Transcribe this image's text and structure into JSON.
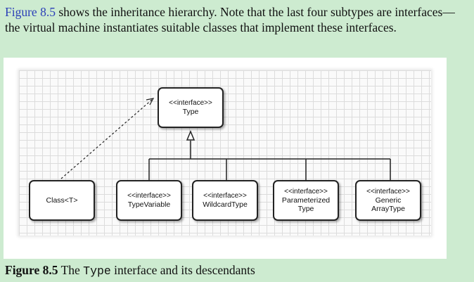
{
  "paragraph": {
    "link_text": "Figure 8.5",
    "text": " shows the inheritance hierarchy. Note that the last four subtypes are interfaces—the virtual machine instantiates suitable classes that implement these interfaces."
  },
  "diagram": {
    "type_node": {
      "stereotype": "<<interface>>",
      "name": "Type"
    },
    "class_node": {
      "name": "Class<T>"
    },
    "subtypes": [
      {
        "stereotype": "<<interface>>",
        "lines": [
          "TypeVariable"
        ]
      },
      {
        "stereotype": "<<interface>>",
        "lines": [
          "WildcardType"
        ]
      },
      {
        "stereotype": "<<interface>>",
        "lines": [
          "Parameterized",
          "Type"
        ]
      },
      {
        "stereotype": "<<interface>>",
        "lines": [
          "Generic",
          "ArrayType"
        ]
      }
    ]
  },
  "caption": {
    "label": "Figure 8.5",
    "pre": " The ",
    "code": "Type",
    "post": " interface and its descendants"
  }
}
